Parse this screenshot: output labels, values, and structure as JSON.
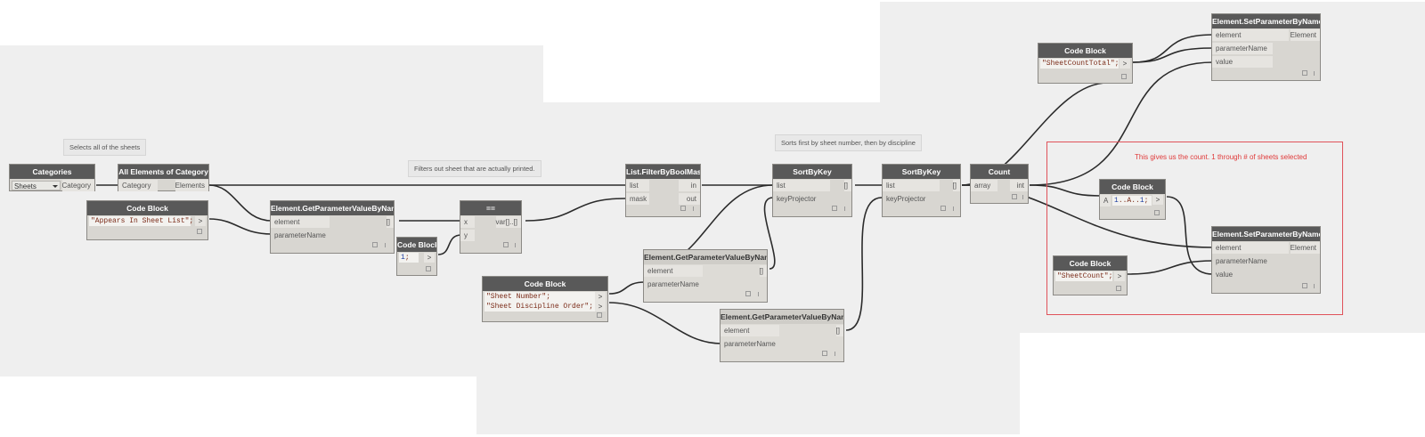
{
  "nodes": {
    "categories": {
      "title": "Categories",
      "dropdown_value": "Sheets",
      "out_category": "Category"
    },
    "all_elements": {
      "title": "All Elements of Category",
      "in_category": "Category",
      "out_elements": "Elements"
    },
    "code_sheet_list": {
      "title": "Code Block",
      "code": "\"Appears In Sheet List\";",
      "out": ">"
    },
    "get_param_1": {
      "title": "Element.GetParameterValueByName",
      "in_element": "element",
      "in_parameter": "parameterName",
      "out": "[]"
    },
    "code_one": {
      "title": "Code Block",
      "code_num": "1",
      "code_rest": ";",
      "out": ">"
    },
    "equals": {
      "title": "==",
      "in_x": "x",
      "in_y": "y",
      "out": "var[]..[]"
    },
    "filter": {
      "title": "List.FilterByBoolMask",
      "in_list": "list",
      "in_mask": "mask",
      "out_in": "in",
      "out_out": "out"
    },
    "code_sheet_params": {
      "title": "Code Block",
      "line1": "\"Sheet Number\";",
      "line2": "\"Sheet Discipline Order\";",
      "out1": ">",
      "out2": ">"
    },
    "get_param_2": {
      "title": "Element.GetParameterValueByName",
      "in_element": "element",
      "in_parameter": "parameterName",
      "out": "[]"
    },
    "get_param_3": {
      "title": "Element.GetParameterValueByName",
      "in_element": "element",
      "in_parameter": "parameterName",
      "out": "[]"
    },
    "sortbykey_1": {
      "title": "SortByKey",
      "in_list": "list",
      "in_key": "keyProjector",
      "out": "[]"
    },
    "sortbykey_2": {
      "title": "SortByKey",
      "in_list": "list",
      "in_key": "keyProjector",
      "out": "[]"
    },
    "count": {
      "title": "Count",
      "in_array": "array",
      "out": "int"
    },
    "code_total": {
      "title": "Code Block",
      "code": "\"SheetCountTotal\";",
      "out": ">"
    },
    "set_param_1": {
      "title": "Element.SetParameterByName",
      "in_element": "element",
      "in_parameter": "parameterName",
      "in_value": "value",
      "out": "Element"
    },
    "code_range": {
      "title": "Code Block",
      "in_a": "A",
      "code_num1": "1",
      "code_mid": "..A..",
      "code_num2": "1",
      "code_end": ";",
      "out": ">"
    },
    "code_count": {
      "title": "Code Block",
      "code": "\"SheetCount\";",
      "out": ">"
    },
    "set_param_2": {
      "title": "Element.SetParameterByName",
      "in_element": "element",
      "in_parameter": "parameterName",
      "in_value": "value",
      "out": "Element"
    }
  },
  "notes": {
    "select_sheets": "Selects all of the sheets",
    "filter_printed": "Filters out sheet that are actually printed.",
    "sorts": "Sorts first by sheet number, then by discipline"
  },
  "group": {
    "title": "This gives us the count. 1 through # of sheets selected",
    "border_color": "#e0525a"
  },
  "colors": {
    "header": "#595959",
    "node_body": "#d8d6d1",
    "wire": "#2b2b2b",
    "canvas": "#efefef"
  }
}
